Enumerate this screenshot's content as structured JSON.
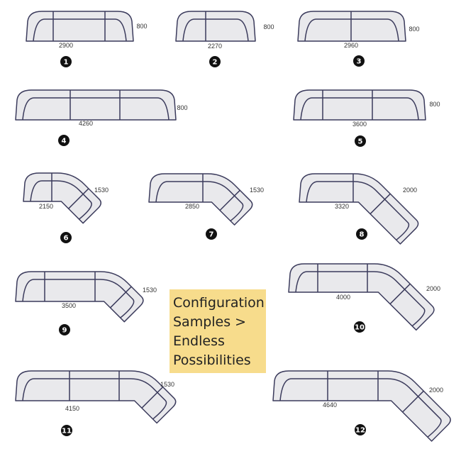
{
  "caption": {
    "lines": [
      "Configuration",
      "Samples >",
      "Endless",
      "Possibilities"
    ]
  },
  "colors": {
    "fill": "#e9e9ec",
    "stroke": "#3b3b5c",
    "caption_bg": "#f7dc8c"
  },
  "configurations": [
    {
      "number": "1",
      "width": "2900",
      "depth": "800",
      "type": "straight"
    },
    {
      "number": "2",
      "width": "2270",
      "depth": "800",
      "type": "straight"
    },
    {
      "number": "3",
      "width": "2960",
      "depth": "800",
      "type": "straight"
    },
    {
      "number": "4",
      "width": "4260",
      "depth": "800",
      "type": "straight"
    },
    {
      "number": "5",
      "width": "3600",
      "depth": "800",
      "type": "straight"
    },
    {
      "number": "6",
      "width": "2150",
      "depth": "1530",
      "type": "corner"
    },
    {
      "number": "7",
      "width": "2850",
      "depth": "1530",
      "type": "corner"
    },
    {
      "number": "8",
      "width": "3320",
      "depth": "2000",
      "type": "corner"
    },
    {
      "number": "9",
      "width": "3500",
      "depth": "1530",
      "type": "corner"
    },
    {
      "number": "10",
      "width": "4000",
      "depth": "2000",
      "type": "corner"
    },
    {
      "number": "11",
      "width": "4150",
      "depth": "1530",
      "type": "corner"
    },
    {
      "number": "12",
      "width": "4640",
      "depth": "2000",
      "type": "corner"
    }
  ]
}
